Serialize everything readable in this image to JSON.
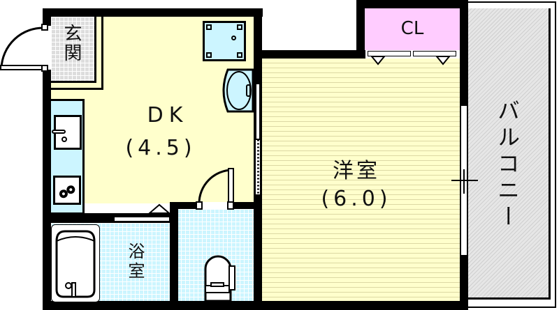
{
  "floor_plan": {
    "rooms": [
      {
        "id": "genkan",
        "label": "玄関",
        "meaning": "entrance"
      },
      {
        "id": "dk",
        "label": "DK",
        "size": "(4.5)"
      },
      {
        "id": "yoshitsu",
        "label": "洋室",
        "size": "(6.0)"
      },
      {
        "id": "closet",
        "label": "CL"
      },
      {
        "id": "balcony",
        "label": "バルコニー"
      },
      {
        "id": "bathroom",
        "label": "浴室"
      },
      {
        "id": "toilet",
        "label": ""
      }
    ],
    "fixtures": [
      "kitchen-sink",
      "gas-stove",
      "washing-machine-pan",
      "washbasin",
      "bathtub",
      "toilet"
    ],
    "colors": {
      "wall": "#000000",
      "dk_floor": "#ffffcc",
      "wet_area": "#ccf5ff",
      "closet": "#ffccff",
      "balcony": "#e0e0e0",
      "genkan": "#dddddd"
    }
  }
}
